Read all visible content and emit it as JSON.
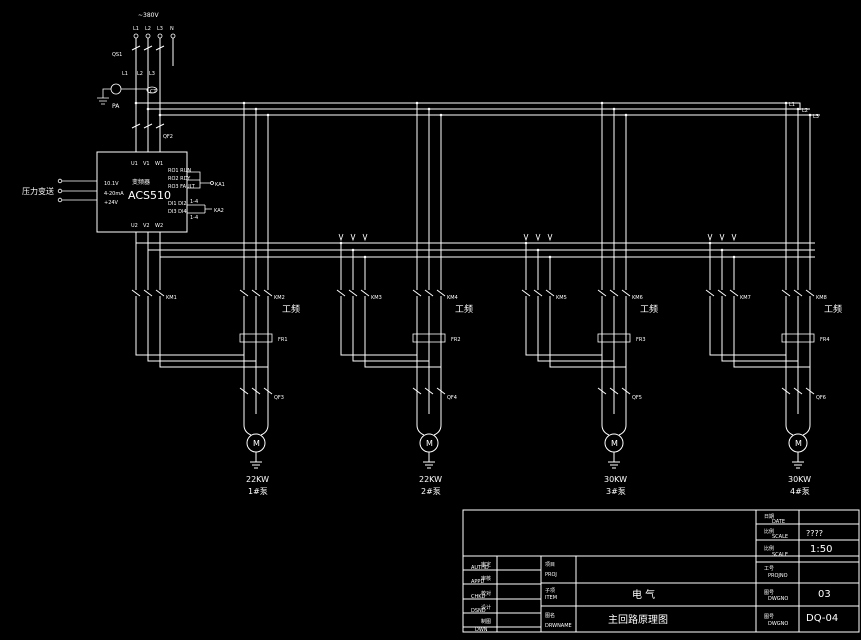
{
  "supply": {
    "voltage": "~380V",
    "phases": [
      "L1",
      "L2",
      "L3",
      "N"
    ],
    "breaker_main": "QS1",
    "meter_labels": [
      "L1",
      "L2",
      "L3"
    ],
    "ct": "CT",
    "meter": "PA",
    "breaker_inv": "QF2"
  },
  "bus_labels": [
    "L1",
    "L2",
    "L3"
  ],
  "pressure_label": "压力变送",
  "inverter": {
    "brand": "变频器",
    "model": "ACS510",
    "in_terms": [
      "U1",
      "V1",
      "W1"
    ],
    "out_terms": [
      "U2",
      "V2",
      "W2"
    ],
    "sig_terms": [
      "10.1V",
      "4-20mA",
      "+24V"
    ],
    "relay_lines": [
      "RO1 RUN",
      "RO2 RDY",
      "RO3 FAULT"
    ],
    "aux_lines": [
      "DI1 DI2",
      "DI3 DI4"
    ],
    "relay_label": "KA1",
    "aux_labels": [
      "1-4",
      "1-4"
    ],
    "aux_extra": "KA2"
  },
  "motors": [
    {
      "kw": "22KW",
      "name": "1#泵",
      "inv_contactor": "KM1",
      "line_contactor": "KM2",
      "line_label": "工频",
      "thermal": "FR1",
      "breaker": "QF3"
    },
    {
      "kw": "22KW",
      "name": "2#泵",
      "inv_contactor": "KM3",
      "line_contactor": "KM4",
      "line_label": "工频",
      "thermal": "FR2",
      "breaker": "QF4"
    },
    {
      "kw": "30KW",
      "name": "3#泵",
      "inv_contactor": "KM5",
      "line_contactor": "KM6",
      "line_label": "工频",
      "thermal": "FR3",
      "breaker": "QF5"
    },
    {
      "kw": "30KW",
      "name": "4#泵",
      "inv_contactor": "KM7",
      "line_contactor": "KM8",
      "line_label": "工频",
      "thermal": "FR4",
      "breaker": "QF6"
    }
  ],
  "title_block": {
    "date_label": "日期",
    "date_sub": "DATE",
    "scale_label": "比例",
    "scale_sub": "SCALE",
    "scale_value": "1:50",
    "proj_label": "工号",
    "proj_sub": "PROJNO",
    "dwgno_label": "图号",
    "dwgno_sub": "DWGNO",
    "dwgno_value": "03",
    "sheet_label": "图号",
    "sheet_sub": "DWGNO",
    "sheet_value": "DQ-04",
    "top_value": "????",
    "left_rows": [
      {
        "cn": "审定",
        "en": "AUTHD"
      },
      {
        "cn": "审核",
        "en": "APPD"
      },
      {
        "cn": "校对",
        "en": "CHKD"
      },
      {
        "cn": "设计",
        "en": "DSND"
      },
      {
        "cn": "制图",
        "en": "DWN"
      }
    ],
    "proj_cell": "项目",
    "proj_cell_en": "PROJ",
    "item_cell": "子项",
    "item_cell_en": "ITEM",
    "name_cell": "图名",
    "name_cell_en": "DRWNAME",
    "item_value": "电 气",
    "drawing_name": "主回路原理图"
  }
}
